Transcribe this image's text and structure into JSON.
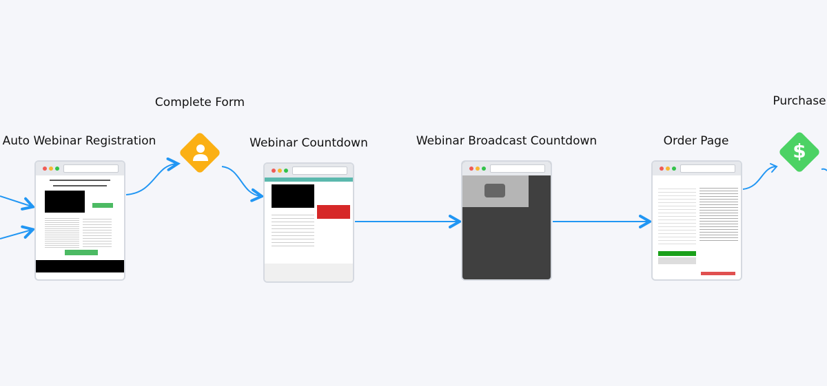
{
  "steps": [
    {
      "title": "Auto Webinar Registration"
    },
    {
      "title": "Complete Form"
    },
    {
      "title": "Webinar Countdown"
    },
    {
      "title": "Webinar Broadcast Countdown"
    },
    {
      "title": "Order Page"
    },
    {
      "title": "Purchase"
    }
  ],
  "icons": {
    "complete_form": "user-icon",
    "purchase": "dollar-icon"
  },
  "colors": {
    "arrow": "#2196f3",
    "form_diamond": "#fbb014",
    "purchase_diamond": "#4cd264",
    "background": "#f5f6fa"
  }
}
